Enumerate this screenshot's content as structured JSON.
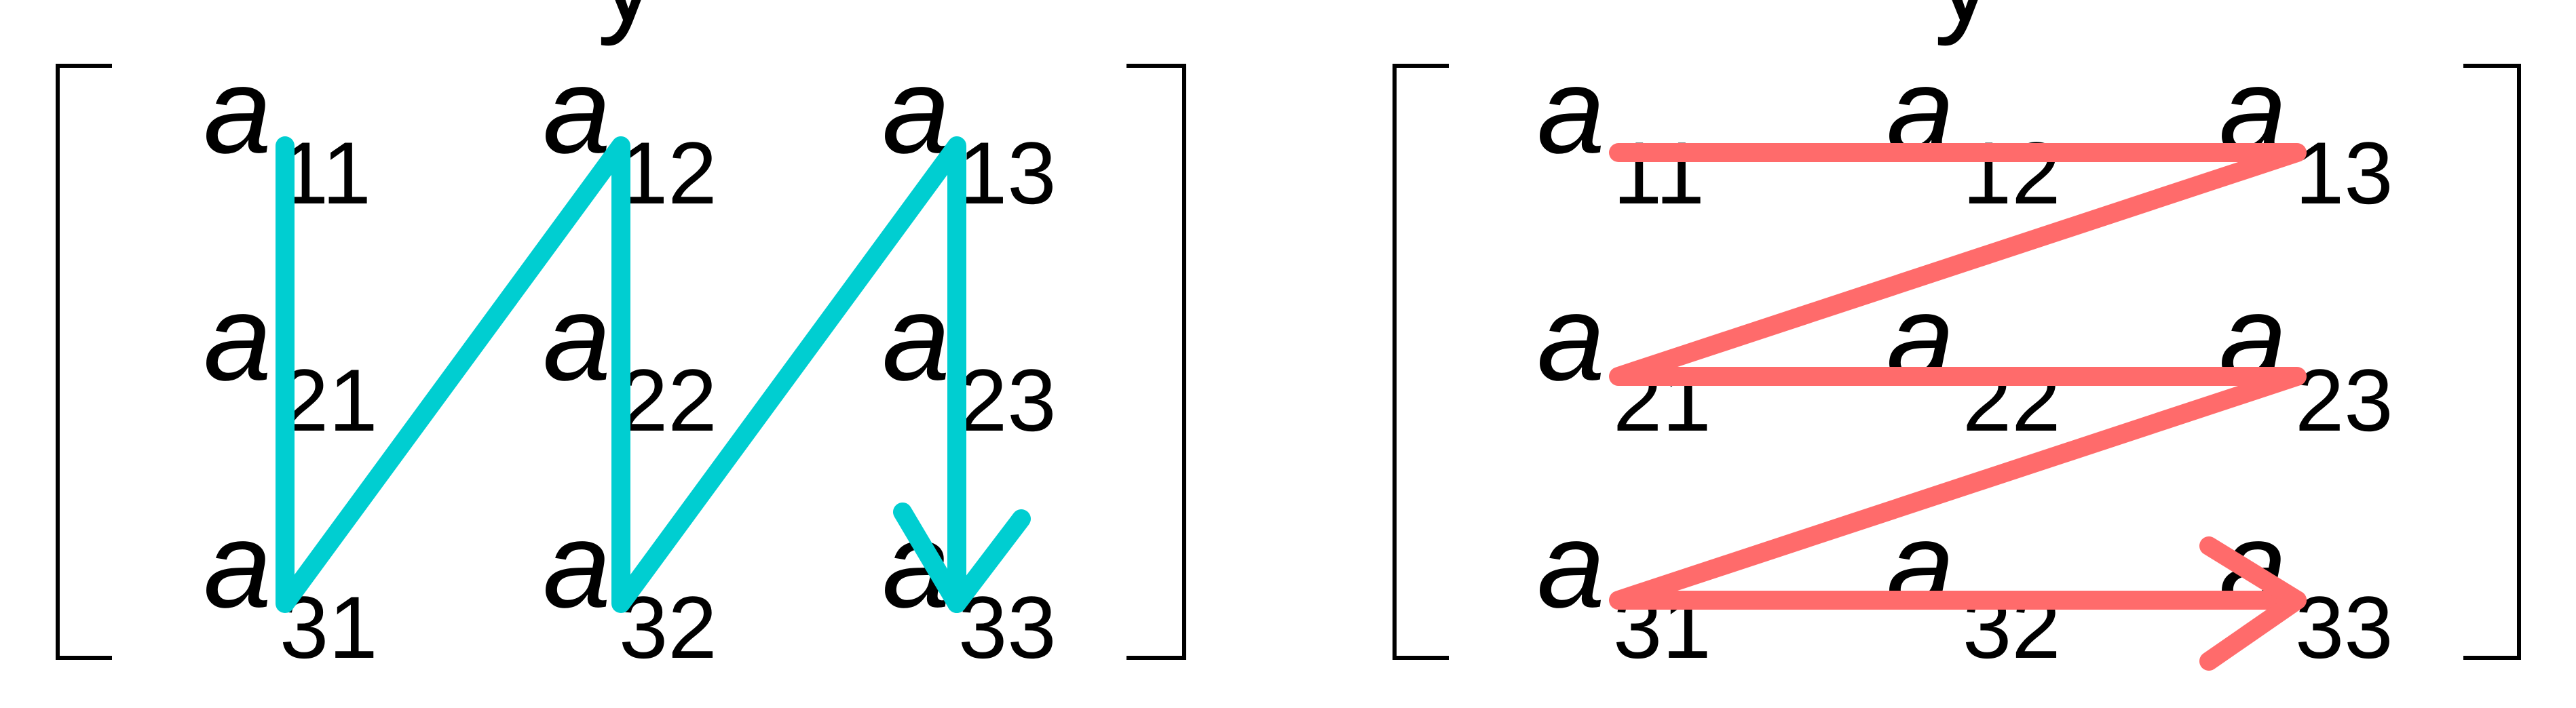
{
  "colors": {
    "column_major": "#00CED1",
    "row_major": "#FF6B6B",
    "text": "#000000"
  },
  "top_fragments": [
    "y",
    "y"
  ],
  "matrices": [
    {
      "id": "column-major",
      "traversal": "column-major",
      "path_color": "#00CED1",
      "entries": [
        {
          "letter": "a",
          "sub": "11",
          "row": 1,
          "col": 1
        },
        {
          "letter": "a",
          "sub": "12",
          "row": 1,
          "col": 2
        },
        {
          "letter": "a",
          "sub": "13",
          "row": 1,
          "col": 3
        },
        {
          "letter": "a",
          "sub": "21",
          "row": 2,
          "col": 1
        },
        {
          "letter": "a",
          "sub": "22",
          "row": 2,
          "col": 2
        },
        {
          "letter": "a",
          "sub": "23",
          "row": 2,
          "col": 3
        },
        {
          "letter": "a",
          "sub": "31",
          "row": 3,
          "col": 1
        },
        {
          "letter": "a",
          "sub": "32",
          "row": 3,
          "col": 2
        },
        {
          "letter": "a",
          "sub": "33",
          "row": 3,
          "col": 3
        }
      ],
      "path_order": [
        "11",
        "21",
        "31",
        "12",
        "22",
        "32",
        "13",
        "23",
        "33"
      ]
    },
    {
      "id": "row-major",
      "traversal": "row-major",
      "path_color": "#FF6B6B",
      "entries": [
        {
          "letter": "a",
          "sub": "11",
          "row": 1,
          "col": 1
        },
        {
          "letter": "a",
          "sub": "12",
          "row": 1,
          "col": 2
        },
        {
          "letter": "a",
          "sub": "13",
          "row": 1,
          "col": 3
        },
        {
          "letter": "a",
          "sub": "21",
          "row": 2,
          "col": 1
        },
        {
          "letter": "a",
          "sub": "22",
          "row": 2,
          "col": 2
        },
        {
          "letter": "a",
          "sub": "23",
          "row": 2,
          "col": 3
        },
        {
          "letter": "a",
          "sub": "31",
          "row": 3,
          "col": 1
        },
        {
          "letter": "a",
          "sub": "32",
          "row": 3,
          "col": 2
        },
        {
          "letter": "a",
          "sub": "33",
          "row": 3,
          "col": 3
        }
      ],
      "path_order": [
        "11",
        "12",
        "13",
        "21",
        "22",
        "23",
        "31",
        "32",
        "33"
      ]
    }
  ]
}
